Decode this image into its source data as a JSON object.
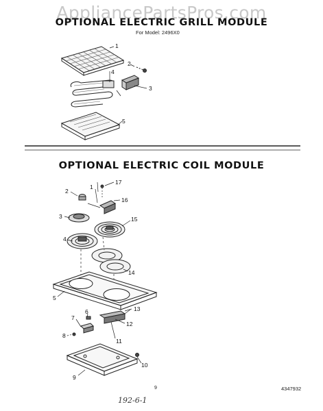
{
  "watermark": "AppliancePartsPros.com",
  "grill_module": {
    "title": "OPTIONAL ELECTRIC GRILL MODULE",
    "model_line": "For Model: 2496X0",
    "callouts": [
      "1",
      "2",
      "3",
      "4",
      "5"
    ]
  },
  "coil_module": {
    "title": "OPTIONAL ELECTRIC COIL MODULE",
    "callouts": [
      "17",
      "1",
      "16",
      "2",
      "3",
      "15",
      "4",
      "14",
      "5",
      "13",
      "6",
      "7",
      "12",
      "8",
      "11",
      "10",
      "9"
    ]
  },
  "footer": {
    "page_number": "9",
    "document_number": "4347932",
    "handwritten_note": "192-6-1"
  }
}
